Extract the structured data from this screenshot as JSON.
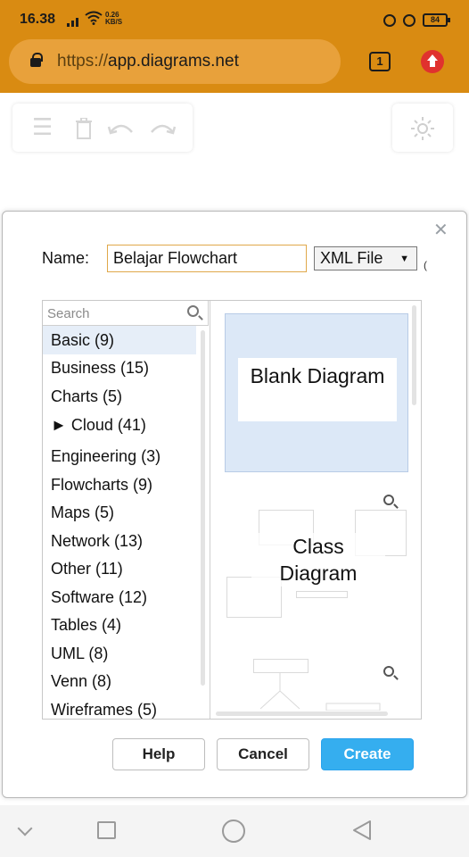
{
  "status_bar": {
    "time": "16.38",
    "speed_value": "0.26",
    "speed_unit": "KB/S",
    "battery": "84"
  },
  "browser": {
    "url_protocol": "https://",
    "url_host": "app.diagrams.net",
    "tab_count": "1"
  },
  "dialog": {
    "name_label": "Name:",
    "name_value": "Belajar Flowchart",
    "format_selected": "XML File",
    "search_placeholder": "Search",
    "categories": [
      {
        "label": "Basic (9)"
      },
      {
        "label": "Business (15)"
      },
      {
        "label": "Charts (5)"
      },
      {
        "label": "► Cloud (41)"
      },
      {
        "label": "Engineering (3)"
      },
      {
        "label": "Flowcharts (9)"
      },
      {
        "label": "Maps (5)"
      },
      {
        "label": "Network (13)"
      },
      {
        "label": "Other (11)"
      },
      {
        "label": "Software (12)"
      },
      {
        "label": "Tables (4)"
      },
      {
        "label": "UML (8)"
      },
      {
        "label": "Venn (8)"
      },
      {
        "label": "Wireframes (5)"
      }
    ],
    "templates": [
      {
        "label": "Blank Diagram"
      },
      {
        "label": "Class Diagram"
      }
    ],
    "buttons": {
      "help": "Help",
      "cancel": "Cancel",
      "create": "Create"
    }
  },
  "colors": {
    "browser_bar": "#d98b12",
    "selected_template": "#dce8f7",
    "create_button": "#35aeef"
  }
}
